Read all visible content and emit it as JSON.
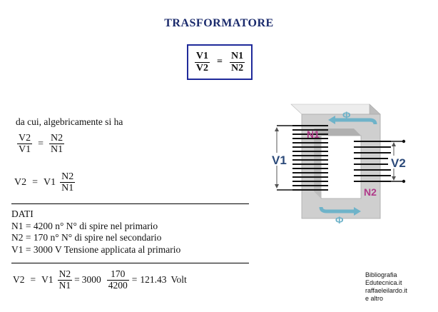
{
  "title": "TRASFORMATORE",
  "main_formula": {
    "left_num": "V1",
    "left_den": "V2",
    "eq": "=",
    "right_num": "N1",
    "right_den": "N2"
  },
  "intro_text": "da cui, algebricamente si ha",
  "formula2": {
    "left_num": "V2",
    "left_den": "V1",
    "eq": "=",
    "right_num": "N2",
    "right_den": "N1"
  },
  "formula3": {
    "lhs": "V2",
    "eq": "=",
    "factor": "V1",
    "num": "N2",
    "den": "N1"
  },
  "dati": {
    "heading": "DATI",
    "lines": [
      "N1 = 4200  n°  N° di spire nel primario",
      "N2 = 170  n°  N° di spire nel secondario",
      "V1 = 3000  V  Tensione applicata al primario"
    ]
  },
  "formula4": {
    "lhs": "V2",
    "eq": "=",
    "factor": "V1",
    "num": "N2",
    "den": "N1",
    "eq2": "=",
    "value": "3000",
    "num2": "170",
    "den2": "4200",
    "eq3": "=",
    "result": "121.43",
    "unit": "Volt"
  },
  "diagram": {
    "v1_label": "V1",
    "v2_label": "V2",
    "n1_label": "N1",
    "n2_label": "N2",
    "flux_top": "Φ",
    "flux_bottom": "Φ",
    "colors": {
      "core": "#c9c9c9",
      "core_dark": "#a8a8a8",
      "core_light": "#e6e6e6",
      "label_pink": "#b03a8a",
      "arrow_blue": "#6fb3c9",
      "dark_label": "#2c4a7a"
    }
  },
  "bibliography": [
    "Bibliografia",
    "Edutecnica.it",
    "raffaeleilardo.it",
    "e altro"
  ]
}
